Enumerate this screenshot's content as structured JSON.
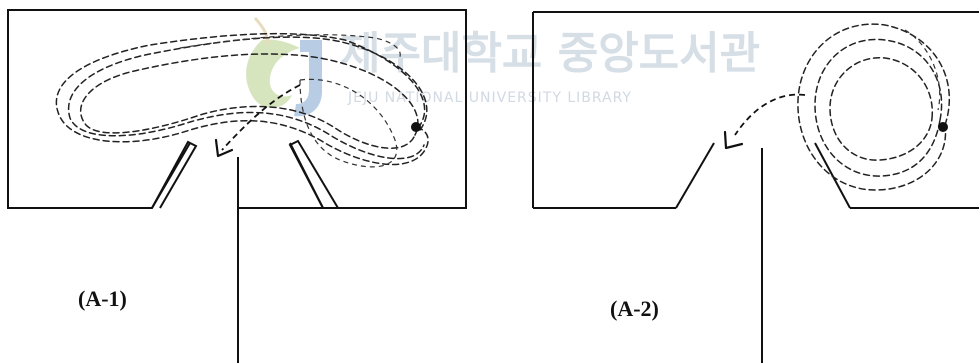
{
  "watermark": {
    "title": "제주대학교 중앙도서관",
    "subtitle": "JEJU NATIONAL UNIVERSITY LIBRARY",
    "logo_icon": "jnu-library-emblem-icon"
  },
  "panels": [
    {
      "label": "(A-1)"
    },
    {
      "label": "(A-2)"
    }
  ],
  "colors": {
    "line": "#111111",
    "watermark": "#c9d3de"
  }
}
